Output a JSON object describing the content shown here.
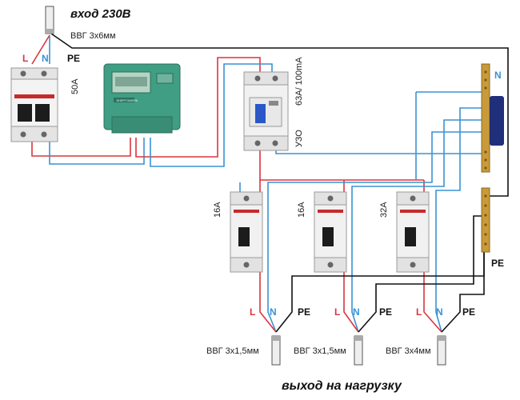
{
  "title_input": "вход 230В",
  "title_output": "выход на нагрузку",
  "input_cable": "ВВГ 3х6мм",
  "wire_labels": {
    "phase": "L",
    "neutral": "N",
    "earth": "PE"
  },
  "main_breaker_rating": "50A",
  "rcd": {
    "label": "УЗО",
    "rating": "63A/ 100mA"
  },
  "meter_brand": "ЭНЕРГОМЕРА",
  "busbar_neutral_label": "N",
  "busbar_earth_label": "PE",
  "branch_breakers": [
    {
      "rating": "16A",
      "cable": "ВВГ 3х1,5мм"
    },
    {
      "rating": "16A",
      "cable": "ВВГ 3х1,5мм"
    },
    {
      "rating": "32A",
      "cable": "ВВГ 3х4мм"
    }
  ],
  "colors": {
    "phase": "#d9363e",
    "neutral": "#3a92d4",
    "earth": "#111111"
  }
}
